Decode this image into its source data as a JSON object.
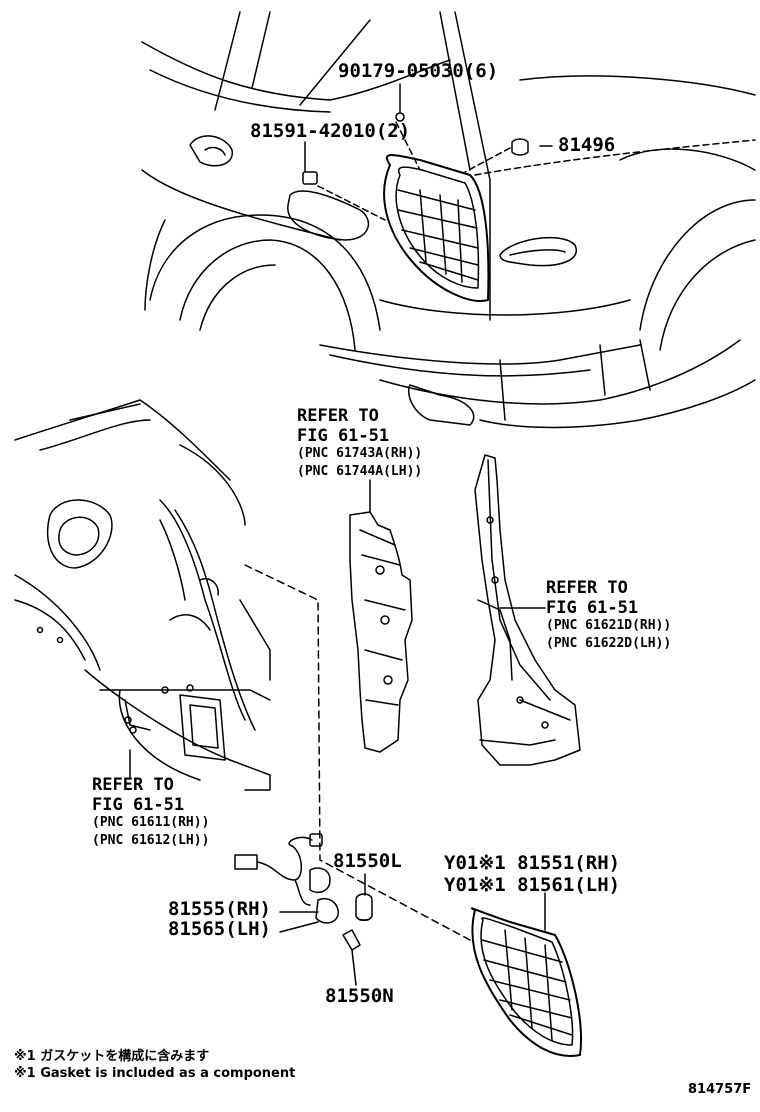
{
  "labels": {
    "bolt_top": "90179-05030(6)",
    "clip_top": "81591-42010(2)",
    "grommet_top": "81496",
    "ref_upper_center": {
      "line1": "REFER TO",
      "line2": "FIG 61-51",
      "pnc1": "(PNC 61743A(RH))",
      "pnc2": "(PNC 61744A(LH))"
    },
    "ref_right": {
      "line1": "REFER TO",
      "line2": "FIG 61-51",
      "pnc1": "(PNC 61621D(RH))",
      "pnc2": "(PNC 61622D(LH))"
    },
    "ref_left": {
      "line1": "REFER TO",
      "line2": "FIG 61-51",
      "pnc1": "(PNC 61611(RH))",
      "pnc2": "(PNC 61612(LH))"
    },
    "bulb_l": "81550L",
    "lamp_rh": "Y01※1 81551(RH)",
    "lamp_lh": "Y01※1 81561(LH)",
    "socket_rh": "81555(RH)",
    "socket_lh": "81565(LH)",
    "bulb_n": "81550N"
  },
  "notes": {
    "jp": "※1 ガスケットを構成に含みます",
    "en": "※1 Gasket is included as a component"
  },
  "figure_code": "814757F"
}
